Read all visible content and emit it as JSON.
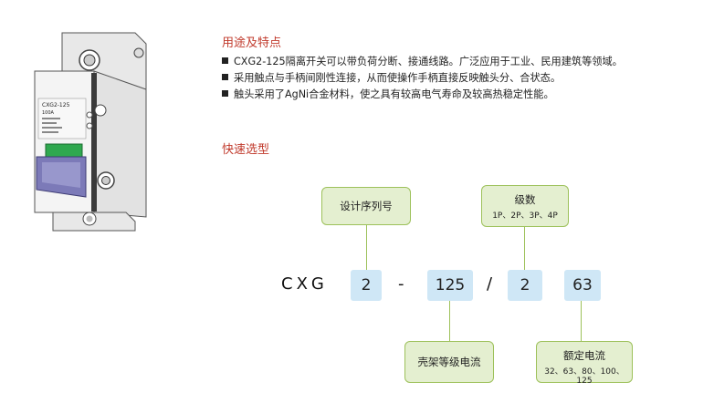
{
  "sections": {
    "usage_title": "用途及特点",
    "select_title": "快速选型"
  },
  "features": [
    "CXG2-125隔离开关可以带负荷分断、接通线路。广泛应用于工业、民用建筑等领域。",
    "采用触点与手柄间刚性连接，从而使操作手柄直接反映触头分、合状态。",
    "触头采用了AgNi合金材料，使之具有较高电气寿命及较高热稳定性能。"
  ],
  "product_label": {
    "model": "CXG2-125",
    "rating": "100A"
  },
  "code": {
    "prefix": "CXG",
    "design_no": "2",
    "dash": "-",
    "frame": "125",
    "slash": "/",
    "poles": "2",
    "current": "63"
  },
  "labels": {
    "design_serial": "设计序列号",
    "poles_title": "级数",
    "poles_options": "1P、2P、3P、4P",
    "frame_grade": "壳架等级电流",
    "rated_current_title": "额定电流",
    "rated_current_options": "32、63、80、100、125"
  },
  "colors": {
    "accent_red": "#c0392b",
    "green_fill": "#e4efd0",
    "green_border": "#9dc15a",
    "blue_fill": "#cfe7f6"
  }
}
